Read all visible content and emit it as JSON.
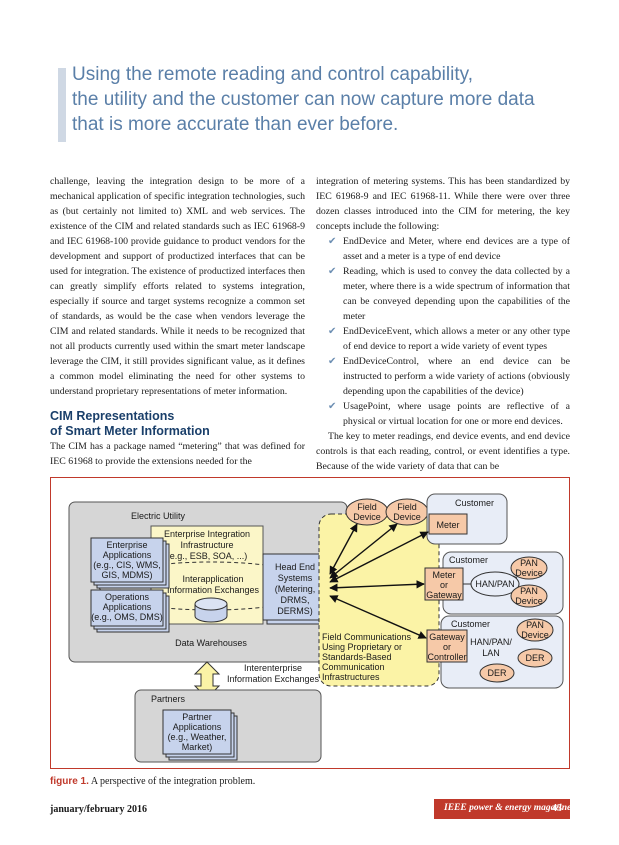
{
  "pull_quote": {
    "lines": [
      "Using the remote reading and control capability,",
      "the utility and the customer can now capture more data",
      "that is more accurate than ever before."
    ]
  },
  "left_column": {
    "para1": "challenge, leaving the integration design to be more of a mechanical application of specific integration technologies, such as (but certainly not limited to) XML and web services. The existence of the CIM and related standards such as IEC 61968-9 and IEC 61968-100 provide guidance to product vendors for the development and support of productized interfaces that can be used for integration. The existence of productized interfaces then can greatly simplify efforts related to systems integration, especially if source and target systems recognize a common set of standards, as would be the case when vendors leverage the CIM and related standards. While it needs to be recognized that not all products currently used within the smart meter landscape leverage the CIM, it still provides significant value, as it defines a common model eliminating the need for other systems to understand proprietary representations of meter information.",
    "heading_line1": "CIM Representations",
    "heading_line2": "of Smart Meter Information",
    "para2": "The CIM has a package named “metering” that was defined for IEC 61968 to provide the extensions needed for the"
  },
  "right_column": {
    "para1": "integration of metering systems. This has been standardized by IEC 61968-9 and IEC 61968-11. While there were over three dozen classes introduced into the CIM for metering, the key concepts include the following:",
    "bullets": [
      "EndDevice and Meter, where end devices are a type of asset and a meter is a type of end device",
      "Reading, which is used to convey the data collected by a meter, where there is a wide spectrum of information that can be conveyed depending upon the capabilities of the meter",
      "EndDeviceEvent, which allows a meter or any other type of end device to report a wide variety of event types",
      "EndDeviceControl, where an end device can be instructed to perform a wide variety of actions (obviously depending upon the capabilities of the device)",
      "UsagePoint, where usage points are reflective of a physical or virtual location for one or more end devices."
    ],
    "check_glyph": "✔",
    "para2": "The key to meter readings, end device events, and end device controls is that each reading, control, or event identifies a type. Because of the wide variety of data that can be"
  },
  "diagram": {
    "electric_utility": "Electric Utility",
    "eii_line1": "Enterprise Integration",
    "eii_line2": "Infrastructure",
    "eii_line3": "(e.g., ESB, SOA, ...)",
    "ent_apps": [
      "Enterprise",
      "Applications",
      "(e.g., CIS, WMS,",
      "GIS, MDMS)"
    ],
    "interapp": [
      "Interapplication",
      "Information Exchanges"
    ],
    "ops_apps": [
      "Operations",
      "Applications",
      "(e.g., OMS, DMS)"
    ],
    "data_warehouses": "Data Warehouses",
    "head_end": [
      "Head End",
      "Systems",
      "(Metering,",
      "DRMS,",
      "DERMS)"
    ],
    "field_device": [
      "Field",
      "Device"
    ],
    "customer": "Customer",
    "meter": "Meter",
    "meter_gateway": [
      "Meter",
      "or",
      "Gateway"
    ],
    "han_pan": "HAN/PAN",
    "pan_device": [
      "PAN",
      "Device"
    ],
    "gateway_controller": [
      "Gateway",
      "or",
      "Controller"
    ],
    "han_pan_lan": [
      "HAN/PAN/",
      "LAN"
    ],
    "der": "DER",
    "field_comms": [
      "Field Communications",
      "Using Proprietary or",
      "Standards-Based",
      "Communication",
      "Infrastructures"
    ],
    "interenterprise": [
      "Interenterprise",
      "Information Exchanges"
    ],
    "partners": "Partners",
    "partner_apps": [
      "Partner",
      "Applications",
      "(e.g., Weather,",
      "Market)"
    ],
    "colors": {
      "utility_fill": "#d6d6d6",
      "eii_fill": "#fbf6c8",
      "app_fill": "#c7d3ec",
      "field_fill": "#f6c9a8",
      "customer_fill": "#e8edf7",
      "dashed_fill": "#fbf3a6"
    }
  },
  "caption": {
    "label": "figure 1.",
    "text": " A perspective of the integration problem."
  },
  "footer": {
    "date": "january/february 2016",
    "magazine": "IEEE power & energy magazine",
    "page": "43"
  }
}
